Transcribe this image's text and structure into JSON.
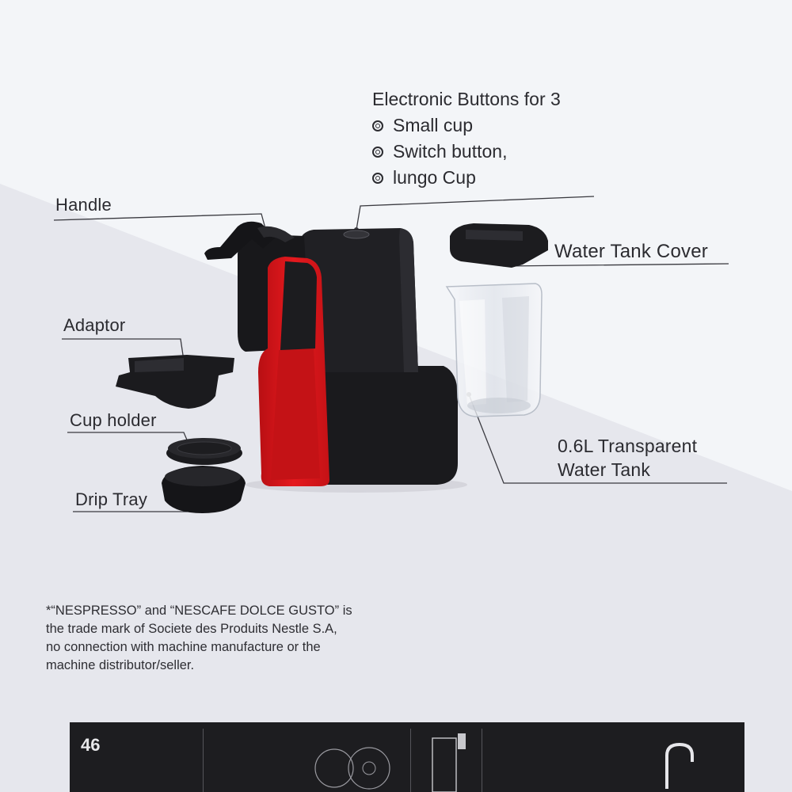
{
  "features": {
    "title": "Electronic Buttons for 3",
    "items": [
      "Small cup",
      "Switch button,",
      "lungo Cup"
    ]
  },
  "labels": {
    "handle": "Handle",
    "water_tank_cover": "Water Tank Cover",
    "adaptor": "Adaptor",
    "cup_holder": "Cup holder",
    "drip_tray": "Drip Tray",
    "water_tank_line1": "0.6L Transparent",
    "water_tank_line2": "Water Tank"
  },
  "disclaimer": {
    "line1": "*“NESPRESSO” and “NESCAFE DOLCE GUSTO” is",
    "line2": "the trade mark of Societe des Produits Nestle S.A,",
    "line3": "no connection with machine manufacture or the",
    "line4": "machine distributor/seller."
  },
  "bottom_strip": {
    "number": "46"
  },
  "colors": {
    "accent_red": "#e0191d",
    "machine_black": "#1b1b1e",
    "background_upper": "#f4f6f9",
    "background_lower": "#e7e8ee"
  }
}
